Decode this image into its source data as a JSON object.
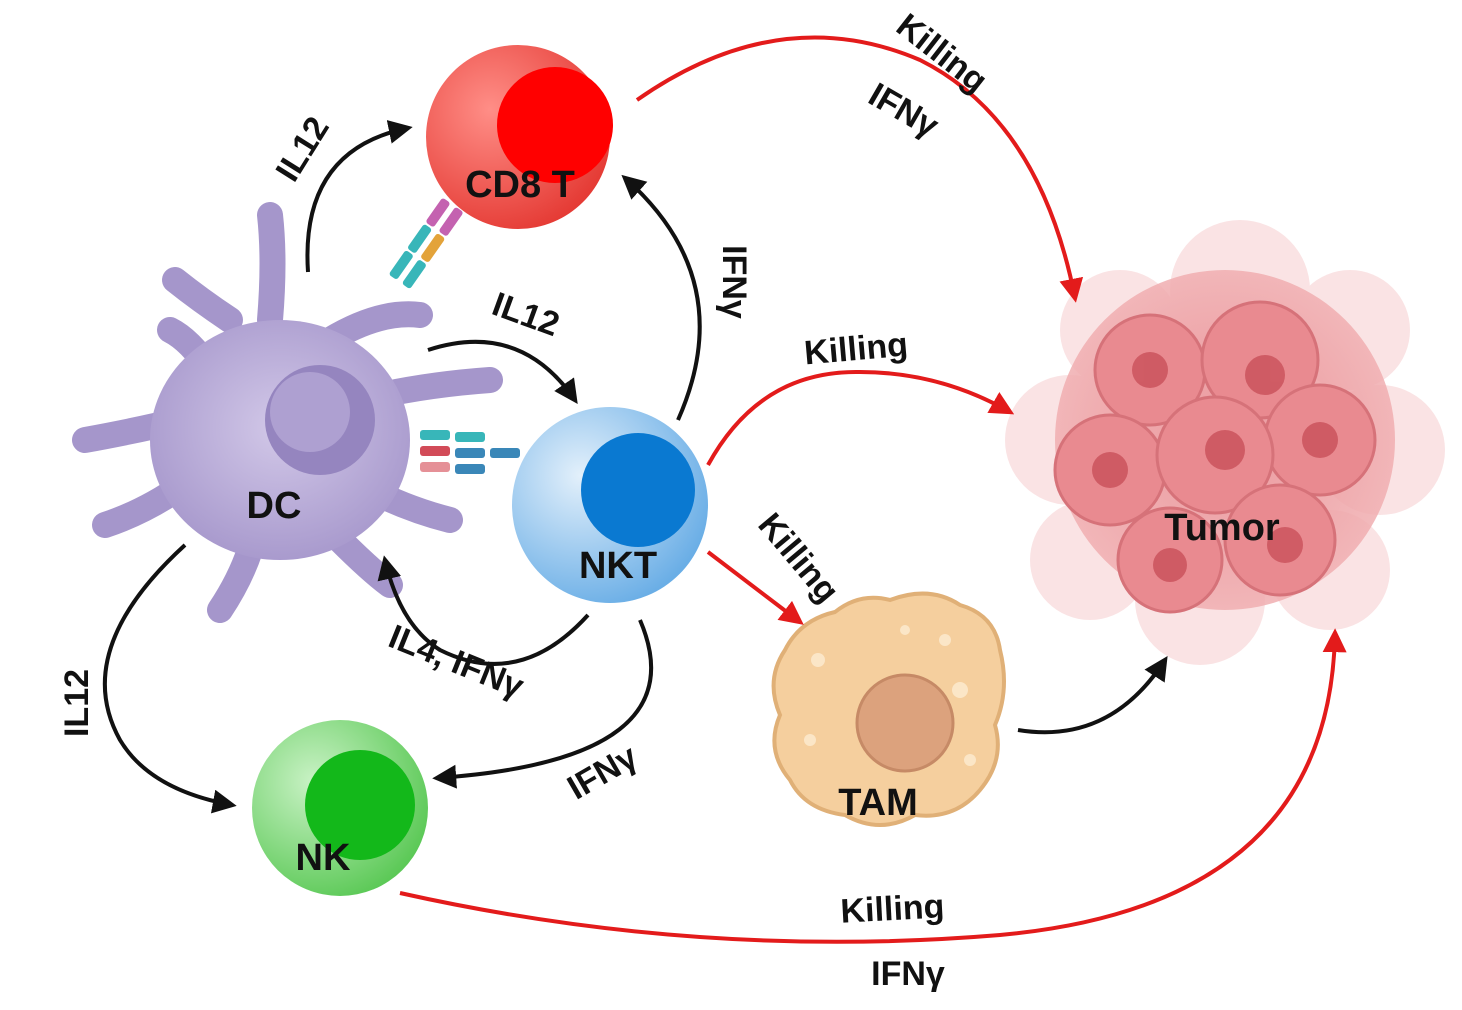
{
  "colors": {
    "signal_arrow": "#111111",
    "killing_arrow": "#e31b1b",
    "dc_body": "#b3a5d3",
    "cd8_cell": "#f0554f",
    "nkt_cell": "#8cc0ea",
    "nk_cell": "#7fd67a",
    "tam_cell": "#f5cf9e",
    "tumor": "#e88c91"
  },
  "cells": {
    "dc": "DC",
    "cd8": "CD8 T",
    "nkt": "NKT",
    "nk": "NK",
    "tam": "TAM",
    "tumor": "Tumor"
  },
  "edges": {
    "dc_cd8": "IL12",
    "dc_nkt": "IL12",
    "nkt_cd8": "IFNγ",
    "nkt_dc": "IL4, IFNγ",
    "dc_nk": "IL12",
    "nkt_nk": "IFNγ",
    "cd8_tumor_kill": "Killing",
    "cd8_tumor_ifn": "IFNγ",
    "nkt_tumor_kill": "Killing",
    "nkt_tam_kill": "Killing",
    "nk_tumor_kill": "Killing",
    "nk_tumor_ifn": "IFNγ"
  }
}
